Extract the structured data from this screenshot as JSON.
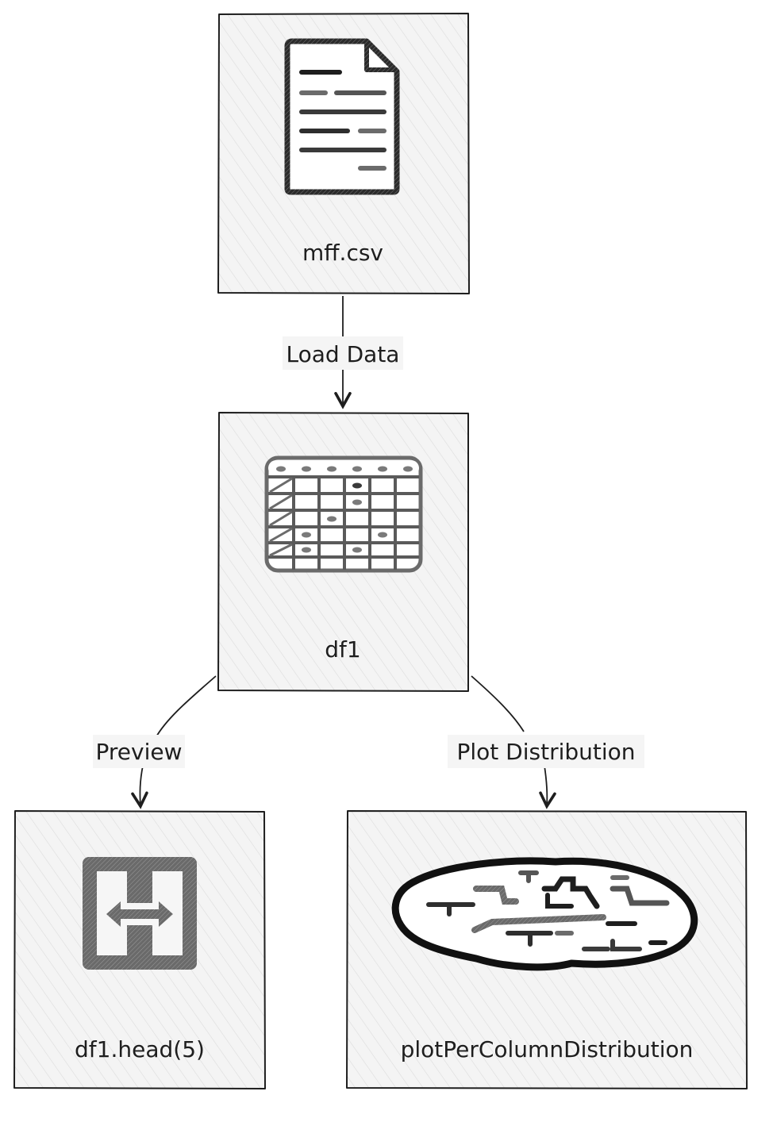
{
  "nodes": {
    "source_file": {
      "label": "mff.csv",
      "icon": "document-icon"
    },
    "dataframe": {
      "label": "df1",
      "icon": "table-icon"
    },
    "preview": {
      "label": "df1.head(5)",
      "icon": "expand-horizontal-icon"
    },
    "distribution": {
      "label": "plotPerColumnDistribution",
      "icon": "brain-icon"
    }
  },
  "edges": {
    "load": {
      "label": "Load Data"
    },
    "preview": {
      "label": "Preview"
    },
    "plot": {
      "label": "Plot Distribution"
    }
  },
  "colors": {
    "stroke": "#1e1e1e",
    "box_fill": "#f4f4f4",
    "hatch": "#d9d9d9",
    "icon_gray": "#6b6b6b",
    "label_bg": "#f5f5f5"
  }
}
